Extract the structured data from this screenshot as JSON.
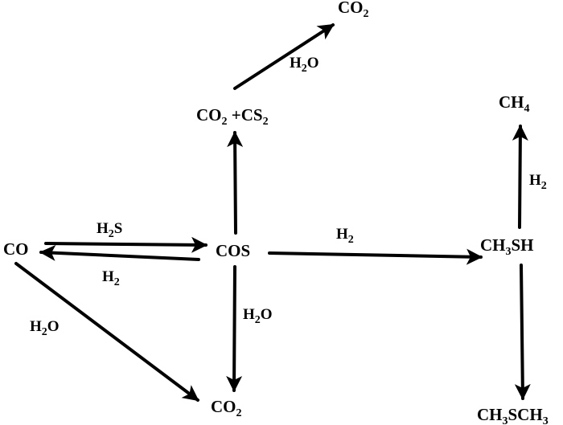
{
  "nodes": {
    "co": {
      "main": "CO",
      "sub": "",
      "tail": ""
    },
    "cos": {
      "main": "COS",
      "sub": "",
      "tail": ""
    },
    "co2_top": {
      "main": "CO",
      "sub": "2",
      "tail": ""
    },
    "co2_cs2": {
      "a": "CO",
      "a_sub": "2",
      "plus": " +CS",
      "b_sub": "2"
    },
    "co2_bottom": {
      "main": "CO",
      "sub": "2",
      "tail": ""
    },
    "ch4": {
      "main": "CH",
      "sub": "4",
      "tail": ""
    },
    "ch3sh": {
      "main": "CH",
      "sub": "3",
      "tail": "SH"
    },
    "ch3sch3": {
      "a": "CH",
      "a_sub": "3",
      "mid": "SCH",
      "b_sub": "3"
    }
  },
  "reagents": {
    "h2s": {
      "main": "H",
      "sub": "2",
      "tail": "S"
    },
    "h2_reverse": {
      "main": "H",
      "sub": "2",
      "tail": ""
    },
    "h2o_co_co2": {
      "main": "H",
      "sub": "2",
      "tail": "O"
    },
    "h2o_cos_co2": {
      "main": "H",
      "sub": "2",
      "tail": "O"
    },
    "h2o_top": {
      "main": "H",
      "sub": "2",
      "tail": "O"
    },
    "h2_cos_ch3sh": {
      "main": "H",
      "sub": "2",
      "tail": ""
    },
    "h2_ch3sh_ch4": {
      "main": "H",
      "sub": "2",
      "tail": ""
    }
  }
}
